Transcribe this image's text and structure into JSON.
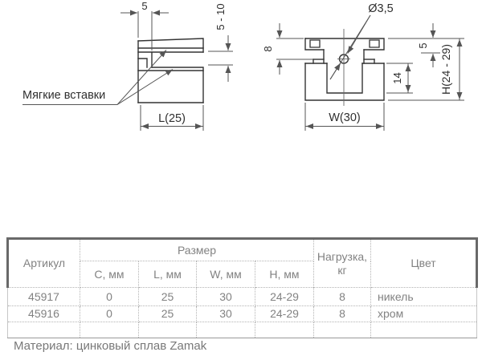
{
  "drawing": {
    "left_view": {
      "dim_plate_offset": "5",
      "dim_gap": "5 - 10",
      "label_inserts": "Мягкие вставки",
      "dim_length": "L(25)"
    },
    "right_view": {
      "dim_hole": "Ø3,5",
      "dim_back": "8",
      "dim_top": "5",
      "dim_slot_depth": "14",
      "dim_height": "H(24 - 29)",
      "dim_width": "W(30)"
    },
    "colors": {
      "part_line": "#333333",
      "dimension_line": "#555555"
    }
  },
  "table": {
    "headers": {
      "article": "Артикул",
      "size": "Размер",
      "size_c": "C, мм",
      "size_l": "L, мм",
      "size_w": "W, мм",
      "size_h": "H, мм",
      "load": "Нагрузка,\nкг",
      "color": "Цвет"
    },
    "rows": [
      {
        "article": "45917",
        "c": "0",
        "l": "25",
        "w": "30",
        "h": "24-29",
        "load": "8",
        "color": "никель"
      },
      {
        "article": "45916",
        "c": "0",
        "l": "25",
        "w": "30",
        "h": "24-29",
        "load": "8",
        "color": "хром"
      }
    ],
    "colors": {
      "text": "#828282",
      "thick_border": "#696969",
      "dotted_border": "#b3b3b3"
    }
  },
  "footer": {
    "material": "Материал: цинковый сплав Zamak"
  }
}
